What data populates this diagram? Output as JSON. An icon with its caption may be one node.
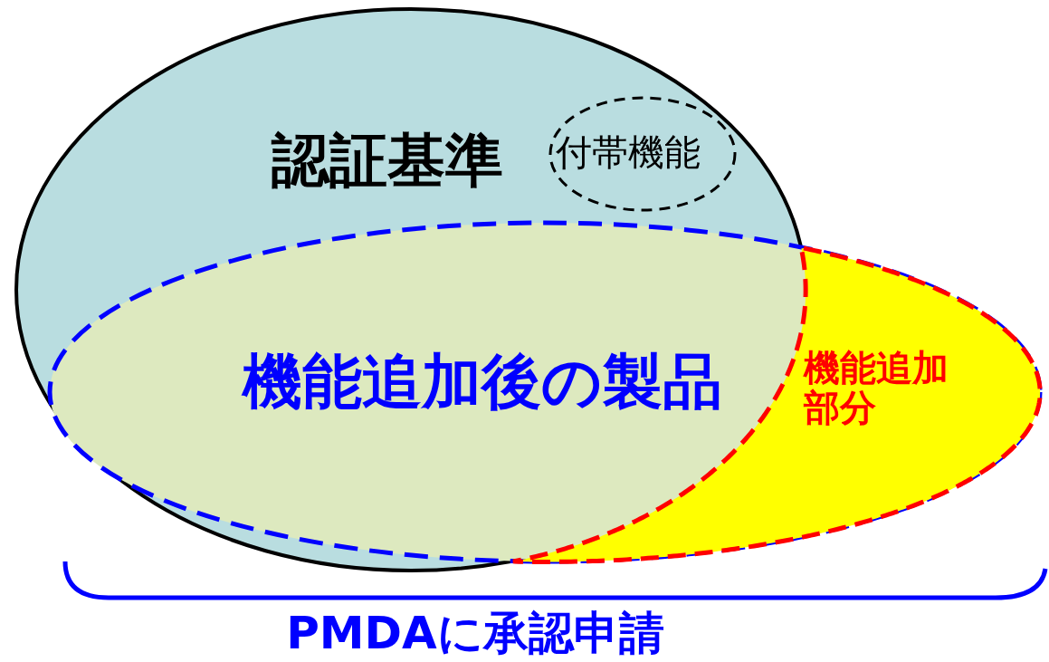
{
  "diagram": {
    "nodes": [
      {
        "text": [
          "認証基準"
        ]
      },
      {
        "text": [
          "付帯機能"
        ],
        "in": 0
      },
      {
        "text": [
          "機能追加後の製品"
        ]
      },
      {
        "text": [
          "機能追加部分"
        ],
        "in": 2
      }
    ],
    "labels": [
      "PMDAに承認申請"
    ]
  }
}
